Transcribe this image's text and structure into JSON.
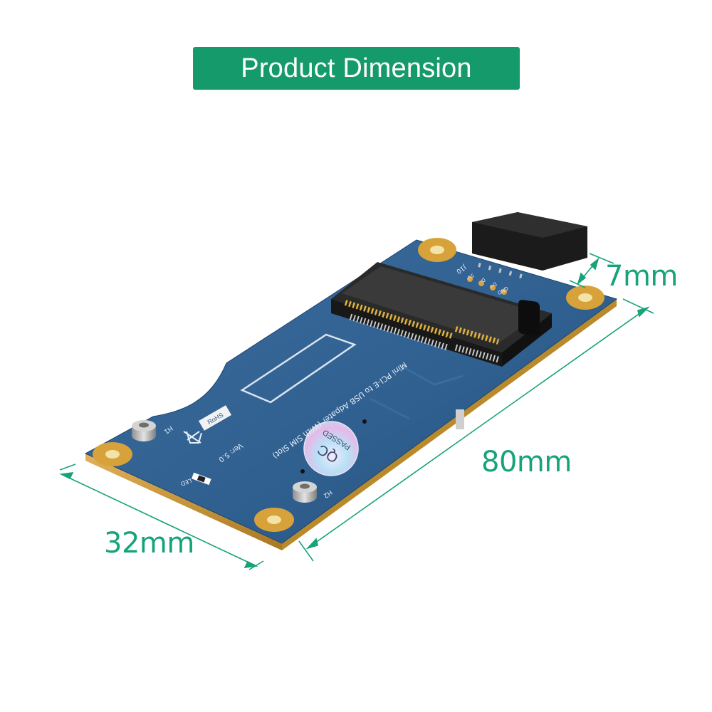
{
  "header": {
    "title": "Product Dimension"
  },
  "dimensions": {
    "length": "80mm",
    "width": "32mm",
    "height": "7mm"
  },
  "board": {
    "title_line": "Mini PCI-E to USB Adpater (With SIM Slot)",
    "version": "Ver: 5.0",
    "connector_label": "J10",
    "pin_labels": [
      "5V",
      "D-",
      "D+",
      "GND"
    ],
    "hole_labels": [
      "H1",
      "H2"
    ],
    "led_label": "LED",
    "qc_sticker": {
      "mark": "QC",
      "text": "PASSED"
    },
    "rohs_label": "RoHS"
  },
  "colors": {
    "accent": "#159a6c",
    "dimension": "#16a37a",
    "pcb": "#2d5a88",
    "gold": "#d7a23a"
  }
}
